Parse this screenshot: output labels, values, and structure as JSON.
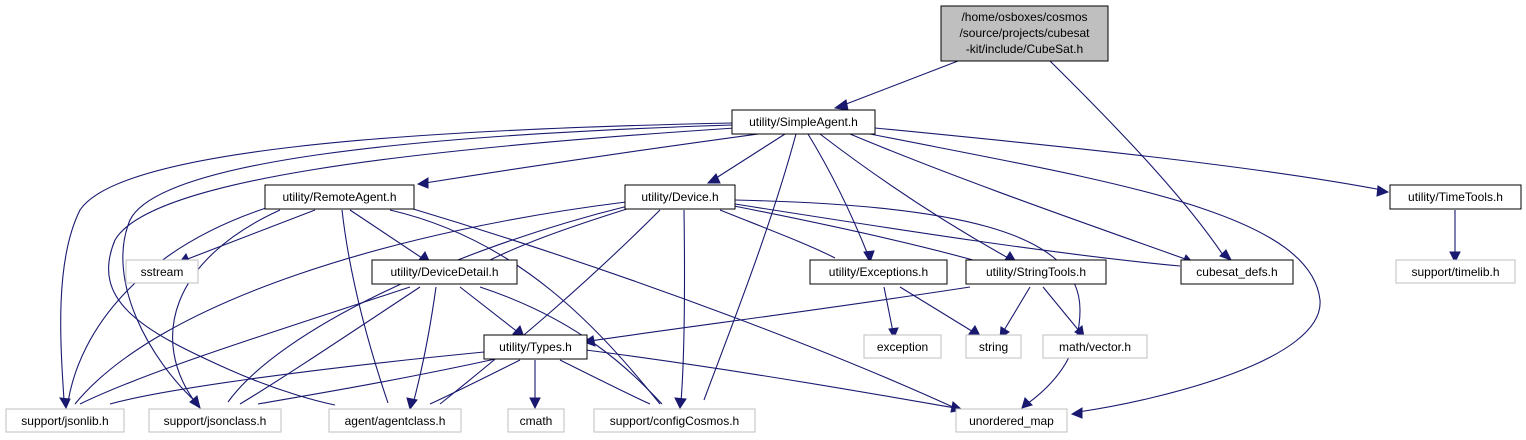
{
  "colors": {
    "edge": "#191970",
    "root_fill": "#bfbfbf",
    "ext_border": "#bfbfbf",
    "node_border": "#000000"
  },
  "nodes": {
    "root": {
      "lines": [
        "/home/osboxes/cosmos",
        "/source/projects/cubesat",
        "-kit/include/CubeSat.h"
      ]
    },
    "simpleagent": {
      "label": "utility/SimpleAgent.h"
    },
    "remoteagent": {
      "label": "utility/RemoteAgent.h"
    },
    "device": {
      "label": "utility/Device.h"
    },
    "timetools": {
      "label": "utility/TimeTools.h"
    },
    "sstream": {
      "label": "sstream"
    },
    "devicedetail": {
      "label": "utility/DeviceDetail.h"
    },
    "exceptions": {
      "label": "utility/Exceptions.h"
    },
    "stringtools": {
      "label": "utility/StringTools.h"
    },
    "cubesat_defs": {
      "label": "cubesat_defs.h"
    },
    "timelib": {
      "label": "support/timelib.h"
    },
    "types": {
      "label": "utility/Types.h"
    },
    "exception": {
      "label": "exception"
    },
    "string": {
      "label": "string"
    },
    "mathvector": {
      "label": "math/vector.h"
    },
    "jsonlib": {
      "label": "support/jsonlib.h"
    },
    "jsonclass": {
      "label": "support/jsonclass.h"
    },
    "agentclass": {
      "label": "agent/agentclass.h"
    },
    "cmath": {
      "label": "cmath"
    },
    "configcosmos": {
      "label": "support/configCosmos.h"
    },
    "unordered_map": {
      "label": "unordered_map"
    }
  }
}
